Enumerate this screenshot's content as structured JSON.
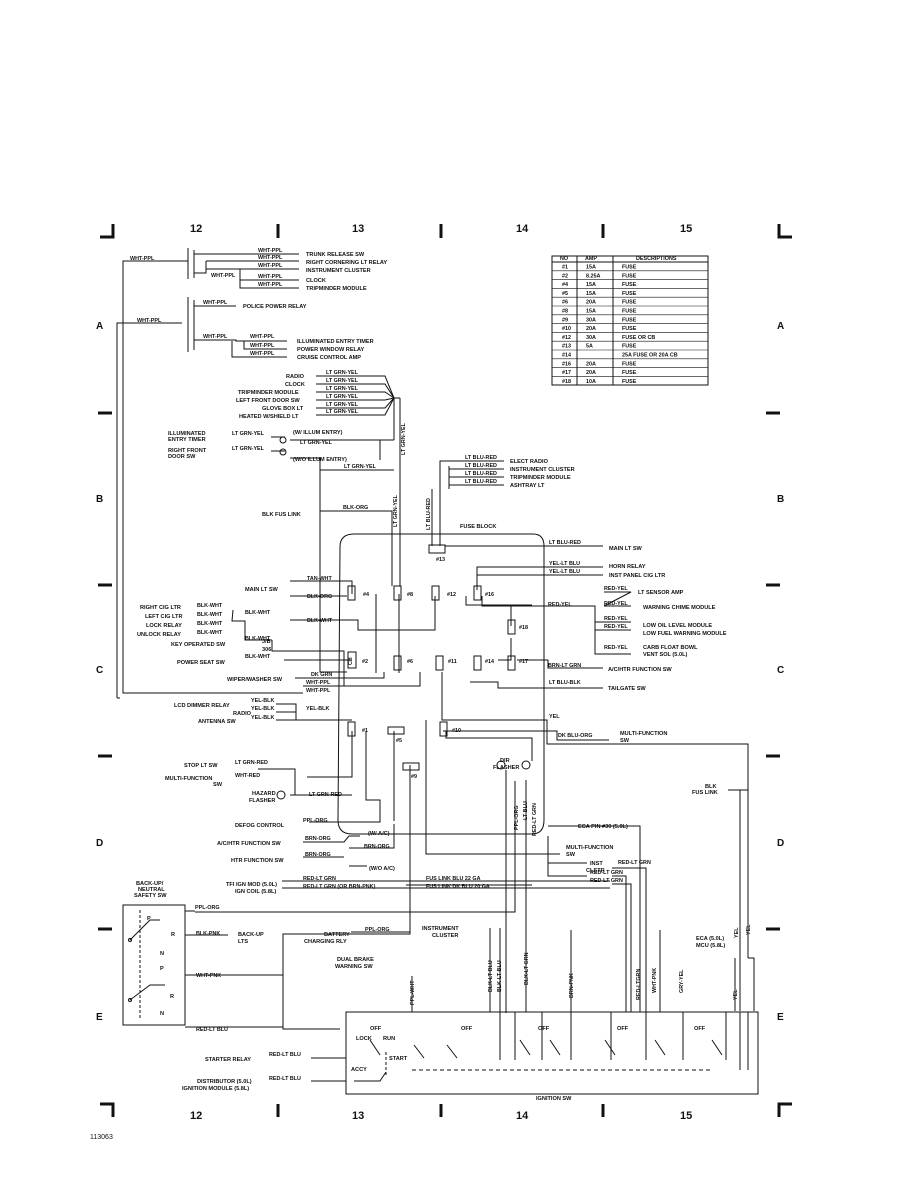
{
  "grid": {
    "columns": [
      "12",
      "13",
      "14",
      "15"
    ],
    "rows": [
      "A",
      "B",
      "C",
      "D",
      "E"
    ]
  },
  "fuse_table": {
    "headers": [
      "NO",
      "AMP",
      "DESCRIPTIONS"
    ],
    "rows": [
      [
        "#1",
        "15A",
        "FUSE"
      ],
      [
        "#2",
        "8.25A",
        "FUSE"
      ],
      [
        "#4",
        "15A",
        "FUSE"
      ],
      [
        "#5",
        "15A",
        "FUSE"
      ],
      [
        "#6",
        "20A",
        "FUSE"
      ],
      [
        "#8",
        "15A",
        "FUSE"
      ],
      [
        "#9",
        "30A",
        "FUSE"
      ],
      [
        "#10",
        "20A",
        "FUSE"
      ],
      [
        "#12",
        "30A",
        "FUSE OR CB"
      ],
      [
        "#13",
        "5A",
        "FUSE"
      ],
      [
        "#14",
        "",
        "25A FUSE OR 20A CB"
      ],
      [
        "#16",
        "20A",
        "FUSE"
      ],
      [
        "#17",
        "20A",
        "FUSE"
      ],
      [
        "#18",
        "10A",
        "FUSE"
      ]
    ]
  },
  "labels": {
    "trunk_release": "TRUNK RELEASE SW",
    "right_cornering": "RIGHT CORNERING LT RELAY",
    "instrument_cluster_top": "INSTRUMENT CLUSTER",
    "clock_top": "CLOCK",
    "tripminder_top": "TRIPMINDER MODULE",
    "police_power_relay": "POLICE POWER RELAY",
    "illuminated_entry_timer": "ILLUMINATED ENTRY TIMER",
    "power_window_relay": "POWER WINDOW RELAY",
    "cruise_control_amp": "CRUISE CONTROL AMP",
    "radio_1": "RADIO",
    "clock_2": "CLOCK",
    "tripminder_2": "TRIPMINDER MODULE",
    "left_front_door": "LEFT FRONT DOOR SW",
    "glove_box": "GLOVE BOX LT",
    "heated_windshield": "HEATED W/SHIELD LT",
    "illum_entry_timer_1": "ILLUMINATED",
    "illum_entry_timer_2": "ENTRY TIMER",
    "w_illum_entry": "(W/ ILLUM ENTRY)",
    "right_front_door_1": "RIGHT FRONT",
    "right_front_door_2": "DOOR SW",
    "wo_illum_entry": "(W/O ILLUM ENTRY)",
    "elect_radio": "ELECT RADIO",
    "instrument_cluster_2": "INSTRUMENT CLUSTER",
    "tripminder_3": "TRIPMINDER MODULE",
    "ashtray": "ASHTRAY LT",
    "blk_fus_link": "BLK FUS LINK",
    "fuse_block": "FUSE BLOCK",
    "main_lt_sw_r": "MAIN LT SW",
    "horn_relay": "HORN RELAY",
    "inst_panel_cig": "INST PANEL CIG LTR",
    "main_lt_sw_l": "MAIN LT SW",
    "lt_sensor_amp": "LT SENSOR AMP",
    "warning_chime": "WARNING CHIME MODULE",
    "right_cig": "RIGHT CIG LTR",
    "left_cig": "LEFT CIG LTR",
    "lock_relay": "LOCK RELAY",
    "unlock_relay": "UNLOCK RELAY",
    "key_operated": "KEY OPERATED SW",
    "jb_1": "J/B",
    "jb_2": "306",
    "power_seat": "POWER SEAT SW",
    "low_oil": "LOW OIL LEVEL MODULE",
    "low_fuel": "LOW FUEL WARNING MODULE",
    "carb_float_1": "CARB FLOAT BOWL",
    "carb_float_2": "VENT SOL (5.0L)",
    "ac_htr_func_r": "A/C/HTR FUNCTION SW",
    "wiper_washer": "WIPER/WASHER SW",
    "tailgate": "TAILGATE SW",
    "lcd_dimmer": "LCD DIMMER RELAY",
    "radio_2": "RADIO",
    "antenna": "ANTENNA SW",
    "multi_function_r1": "MULTI-FUNCTION",
    "multi_function_r2": "SW",
    "stop_lt": "STOP LT SW",
    "multi_function_l1": "MULTI-FUNCTION",
    "multi_function_l2": "SW",
    "hazard_1": "HAZARD",
    "hazard_2": "FLASHER",
    "dir_flasher_1": "DIR",
    "dir_flasher_2": "FLASHER",
    "blk_fus_link_r1": "BLK",
    "blk_fus_link_r2": "FUS LINK",
    "defog": "DEFOG CONTROL",
    "eca_pin": "ECA PIN #30 (5.0L)",
    "ac_htr_func_l": "A/C/HTR FUNCTION SW",
    "w_ac": "(W/ A/C)",
    "multi_function_m1": "MULTI-FUNCTION",
    "multi_function_m2": "SW",
    "htr_function": "HTR FUNCTION SW",
    "wo_ac": "(W/O A/C)",
    "inst_clstr_1": "INST",
    "inst_clstr_2": "CLSTR",
    "backup_1": "BACK-UP/",
    "backup_2": "NEUTRAL",
    "backup_3": "SAFETY SW",
    "tfi_ign_mod": "TFI IGN MOD (5.0L)",
    "ign_coil": "IGN COIL (5.8L)",
    "backup_lts_1": "BACK-UP",
    "backup_lts_2": "LTS",
    "battery_1": "BATTERY",
    "battery_2": "CHARGING RLY",
    "inst_cluster_bot_1": "INSTRUMENT",
    "inst_cluster_bot_2": "CLUSTER",
    "eca_mcu_1": "ECA (5.0L)",
    "eca_mcu_2": "MCU (5.8L)",
    "dual_brake_1": "DUAL BRAKE",
    "dual_brake_2": "WARNING SW",
    "lock": "LOCK",
    "run": "RUN",
    "start": "START",
    "accy": "ACCY",
    "off_1": "OFF",
    "off_2": "OFF",
    "off_3": "OFF",
    "off_4": "OFF",
    "off_5": "OFF",
    "starter_relay": "STARTER RELAY",
    "distributor_1": "DISTRIBUTOR (5.0L)",
    "distributor_2": "IGNITION MODULE (5.8L)",
    "ignition_sw": "IGNITION SW",
    "p1": "P",
    "r1": "R",
    "n1": "N",
    "p2": "P",
    "r2": "R",
    "n2": "N"
  },
  "fuse_ids": {
    "f13": "#13",
    "f4": "#4",
    "f8": "#8",
    "f12": "#12",
    "f16": "#16",
    "f18": "#18",
    "f2": "#2",
    "f6": "#6",
    "f11": "#11",
    "f14": "#14",
    "f17": "#17",
    "f1": "#1",
    "f5": "#5",
    "f10": "#10",
    "f9": "#9",
    "cb": "CB"
  },
  "wires": {
    "wht_ppl_main": "WHT-PPL",
    "wht_ppl_1": "WHT-PPL",
    "wht_ppl_2": "WHT-PPL",
    "wht_ppl_3": "WHT-PPL",
    "wht_ppl_4": "WHT-PPL",
    "wht_ppl_5": "WHT-PPL",
    "wht_ppl_6": "WHT-PPL",
    "wht_ppl_7": "WHT-PPL",
    "wht_ppl_8": "WHT-PPL",
    "wht_ppl_9": "WHT-PPL",
    "wht_ppl_10": "WHT-PPL",
    "wht_ppl_11": "WHT-PPL",
    "wht_ppl_12": "WHT-PPL",
    "wht_ppl_13": "WHT-PPL",
    "lgy_1": "LT GRN-YEL",
    "lgy_2": "LT GRN-YEL",
    "lgy_3": "LT GRN-YEL",
    "lgy_4": "LT GRN-YEL",
    "lgy_5": "LT GRN-YEL",
    "lgy_6": "LT GRN-YEL",
    "lgy_7": "LT GRN-YEL",
    "lgy_8": "LT GRN-YEL",
    "lgy_9": "LT GRN-YEL",
    "lgy_v1": "LT GRN-YEL",
    "lgy_v2": "LT GRN-YEL",
    "lbr_1": "LT BLU-RED",
    "lbr_2": "LT BLU-RED",
    "lbr_3": "LT BLU-RED",
    "lbr_4": "LT BLU-RED",
    "lbr_v": "LT BLU-RED",
    "lbr_5": "LT BLU-RED",
    "blk_org_1": "BLK-ORG",
    "blk_org_2": "BLK-ORG",
    "yel_lt_blu_1": "YEL-LT BLU",
    "yel_lt_blu_2": "YEL-LT BLU",
    "tan_wht": "TAN-WHT",
    "red_yel_1": "RED-YEL",
    "red_yel_2": "RED-YEL",
    "red_yel_3": "RED-YEL",
    "red_yel_4": "RED-YEL",
    "red_yel_5": "RED-YEL",
    "red_yel_6": "RED-YEL",
    "blk_wht_1": "BLK-WHT",
    "blk_wht_2": "BLK-WHT",
    "blk_wht_3": "BLK-WHT",
    "blk_wht_4": "BLK-WHT",
    "blk_wht_5": "BLK-WHT",
    "blk_wht_6": "BLK-WHT",
    "blk_wht_7": "BLK-WHT",
    "blk_wht_8": "BLK-WHT",
    "brn_lt_grn": "BRN-LT GRN",
    "dk_grn": "DK GRN",
    "lt_blu_blk": "LT BLU-BLK",
    "yel_blk_1": "YEL-BLK",
    "yel_blk_2": "YEL-BLK",
    "yel_blk_3": "YEL-BLK",
    "yel_blk_4": "YEL-BLK",
    "yel_1": "YEL",
    "yel_2": "YEL",
    "yel_3": "YEL",
    "yel_4": "YEL",
    "dk_blu_org": "DK BLU-ORG",
    "lt_grn_red_1": "LT GRN-RED",
    "lt_grn_red_2": "LT GRN-RED",
    "wht_red": "WHT-RED",
    "ppl_org_1": "PPL-ORG",
    "ppl_org_2": "PPL-ORG",
    "ppl_org_3": "PPL-ORG",
    "ppl_org_v": "PPL-ORG",
    "brn_org_1": "BRN-ORG",
    "brn_org_2": "BRN-ORG",
    "brn_org_3": "BRN-ORG",
    "lt_blu_v": "LT BLU",
    "red_lt_grn_v": "RED-LT GRN",
    "red_lt_grn_1": "RED-LT GRN",
    "red_lt_grn_2": "RED-LT GRN",
    "red_lt_grn_3": "RED-LT GRN",
    "red_lt_grn_4": "RED-LT GRN",
    "red_lt_grn_or": "RED-LT GRN (OR BRN-PNK)",
    "fus_link_1": "FUS LINK BLU 22 GA",
    "fus_link_2": "FUS LINK DK BLU 20 GA",
    "blk_pnk": "BLK-PNK",
    "wht_pnk_1": "WHT-PNK",
    "wht_pnk_2": "WHT-PNK",
    "red_lt_blu_1": "RED-LT BLU",
    "red_lt_blu_2": "RED-LT BLU",
    "red_lt_blu_3": "RED-LT BLU",
    "ppl_wht": "PPL-WHT",
    "blk_lt_blu_1": "BLK-LT BLU",
    "blk_lt_blu_2": "BLK-LT BLU",
    "blk_lt_grn": "BLK-LT GRN",
    "brn_pnk": "BRN-PNK",
    "red_ltgrn_v2": "RED-LTGRN",
    "gry_yel": "GRY-YEL"
  },
  "footer": {
    "doc_id": "113063"
  }
}
